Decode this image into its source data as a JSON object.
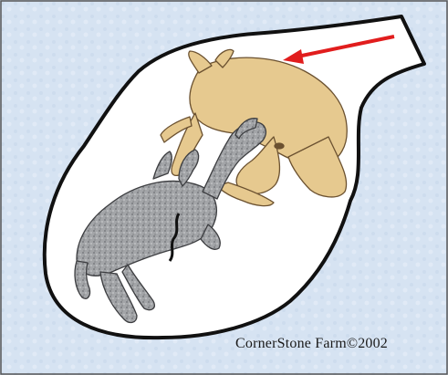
{
  "credit": {
    "text": "CornerStone Farm©2002"
  },
  "colors": {
    "background": "#d6e3f2",
    "uterus_fill": "#ffffff",
    "outline": "#111111",
    "tan_foal": "#e6c98f",
    "gray_foal": "#9ea0a4",
    "arrow": "#e11d1d"
  },
  "figures": [
    {
      "name": "tan-foal",
      "color": "tan"
    },
    {
      "name": "gray-foal",
      "color": "gray"
    }
  ],
  "arrow": {
    "direction": "left",
    "icon": "red-arrow-icon"
  }
}
